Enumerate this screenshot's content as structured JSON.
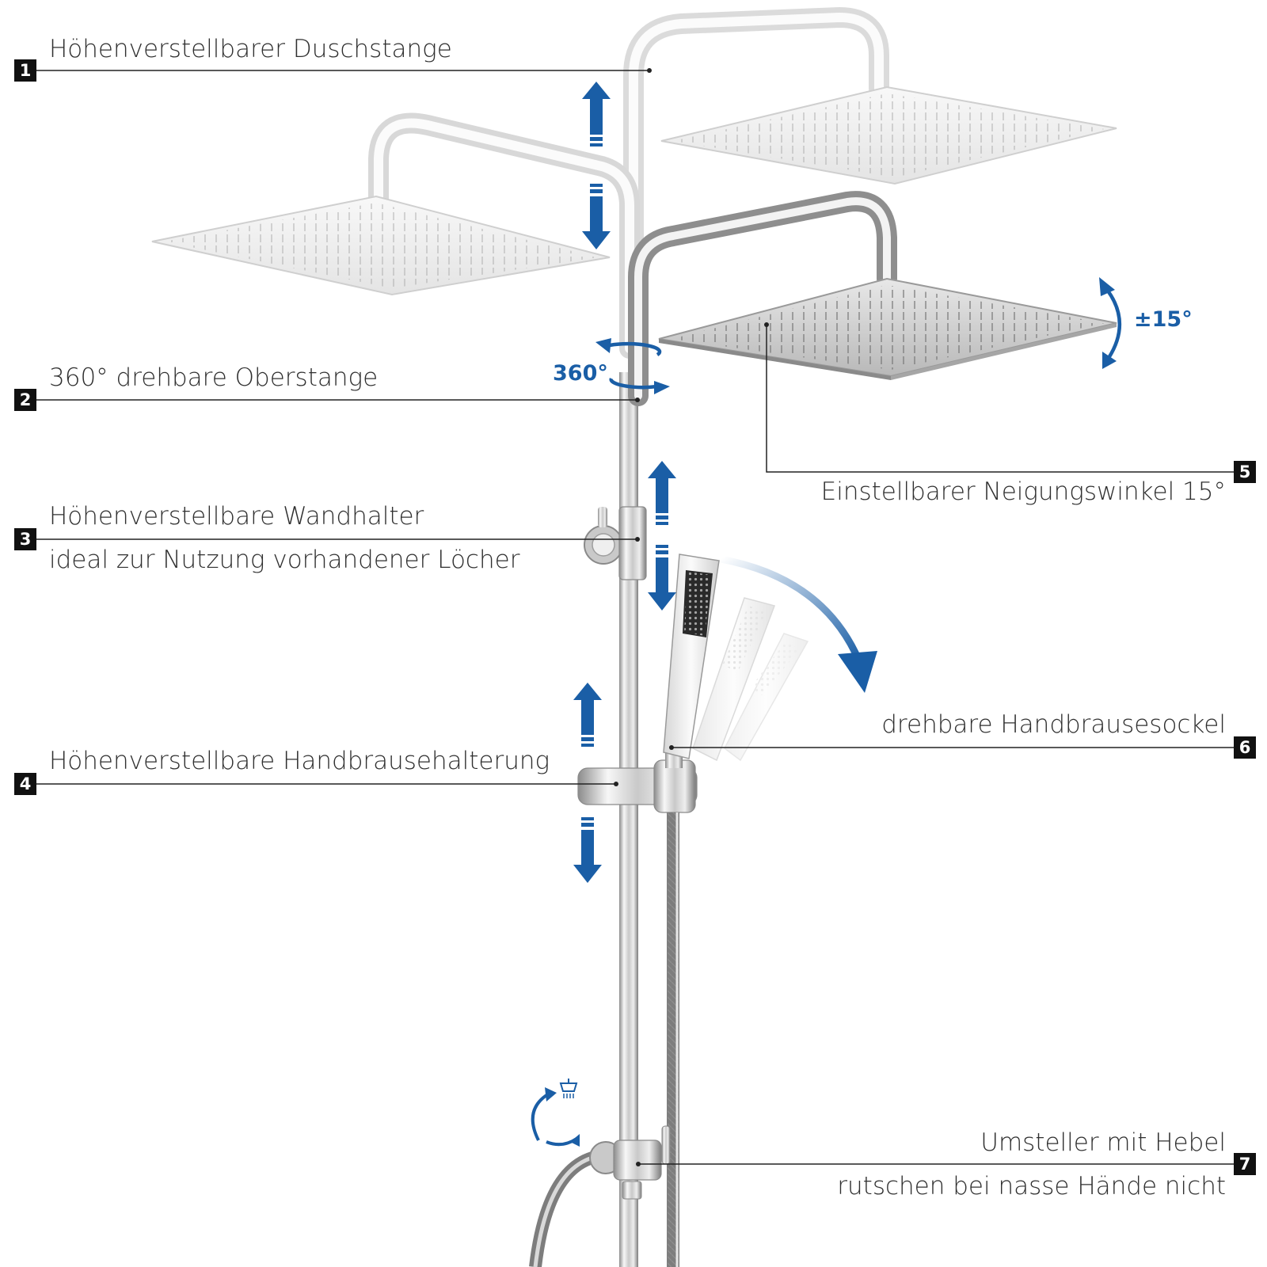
{
  "colors": {
    "accent_blue": "#1a5ea6",
    "chrome_light": "#f2f2f2",
    "chrome_dark": "#9a9a9a",
    "leader_line": "#222222",
    "badge": "#111111"
  },
  "callouts": [
    {
      "number": "1",
      "label": "Höhenverstellbarer Duschstange"
    },
    {
      "number": "2",
      "label": "360° drehbare Oberstange"
    },
    {
      "number": "3",
      "label": "Höhenverstellbare Wandhalter",
      "sublabel": "ideal zur Nutzung vorhandener Löcher"
    },
    {
      "number": "4",
      "label": "Höhenverstellbare Handbrausehalterung"
    },
    {
      "number": "5",
      "label": "Einstellbarer Neigungswinkel 15°"
    },
    {
      "number": "6",
      "label": "drehbare Handbrausesockel"
    },
    {
      "number": "7",
      "label": "Umsteller mit Hebel",
      "sublabel": "rutschen bei nasse Hände nicht"
    }
  ],
  "indicators": {
    "rotation": "360°",
    "tilt": "±15°"
  },
  "icons": {
    "height_adjust": "up-down-arrow-icon",
    "rotation": "rotate-360-icon",
    "tilt": "tilt-arrow-icon",
    "swing": "swing-arrow-icon",
    "diverter": "diverter-switch-icon"
  }
}
